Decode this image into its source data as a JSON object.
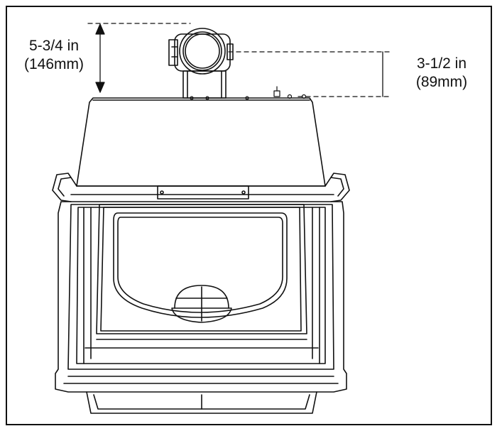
{
  "dimensions": {
    "top_offset": {
      "line1": "5-3/4 in",
      "line2": "(146mm)"
    },
    "side_offset": {
      "line1": "3-1/2 in",
      "line2": "(89mm)"
    }
  },
  "colors": {
    "line": "#111111",
    "background": "#ffffff"
  }
}
